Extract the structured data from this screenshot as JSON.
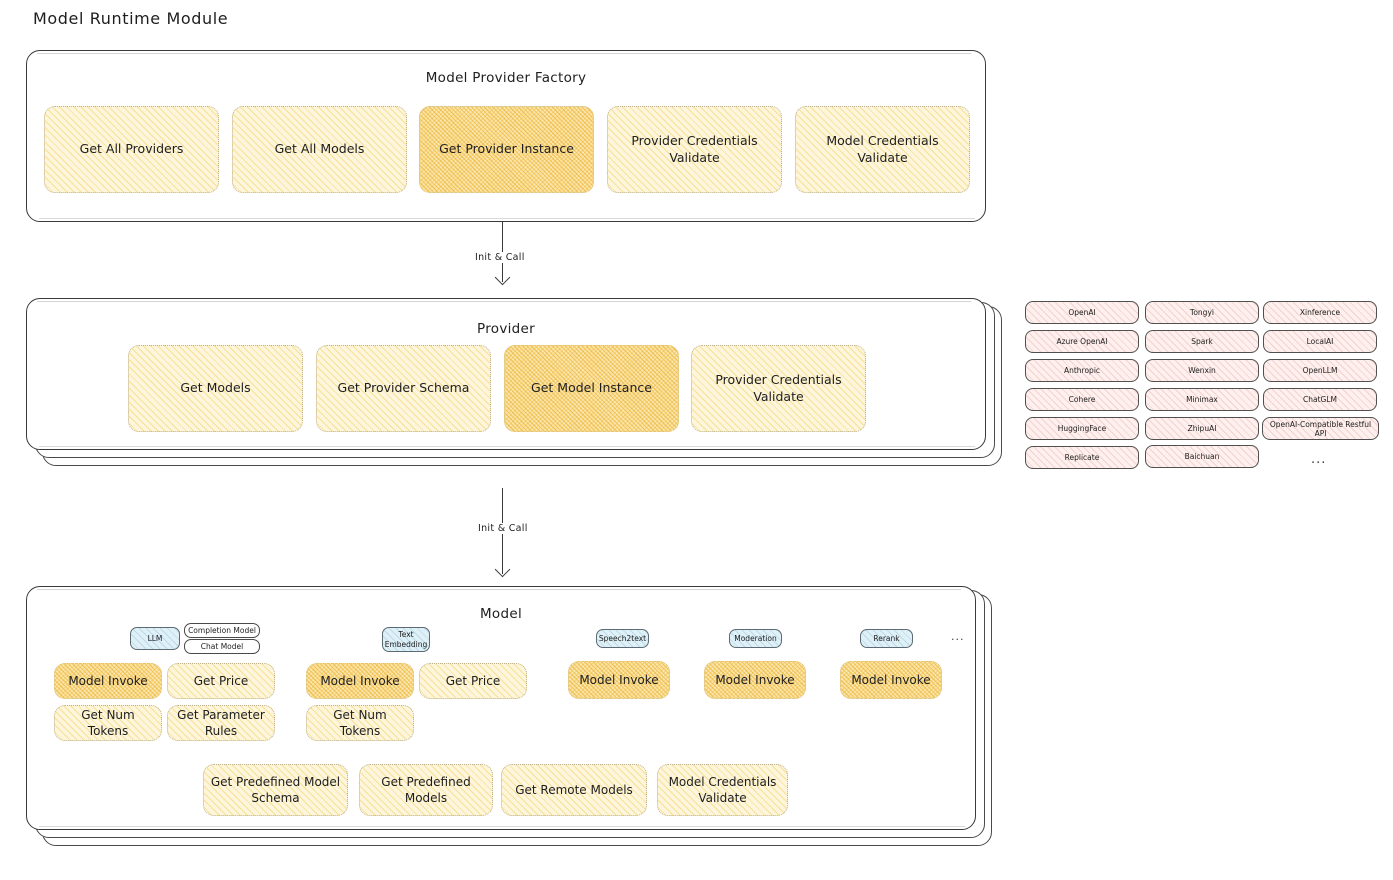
{
  "page": {
    "title": "Model Runtime Module"
  },
  "arrows": [
    {
      "label": "Init & Call"
    },
    {
      "label": "Init & Call"
    }
  ],
  "factory": {
    "title": "Model Provider Factory",
    "nodes": [
      {
        "label": "Get All Providers",
        "highlight": false
      },
      {
        "label": "Get All Models",
        "highlight": false
      },
      {
        "label": "Get Provider Instance",
        "highlight": true
      },
      {
        "label": "Provider Credentials Validate",
        "highlight": false
      },
      {
        "label": "Model Credentials Validate",
        "highlight": false
      }
    ]
  },
  "provider": {
    "title": "Provider",
    "nodes": [
      {
        "label": "Get Models",
        "highlight": false
      },
      {
        "label": "Get Provider Schema",
        "highlight": false
      },
      {
        "label": "Get Model Instance",
        "highlight": true
      },
      {
        "label": "Provider Credentials Validate",
        "highlight": false
      }
    ]
  },
  "provider_list": {
    "columns": [
      [
        "OpenAI",
        "Azure OpenAI",
        "Anthropic",
        "Cohere",
        "HuggingFace",
        "Replicate"
      ],
      [
        "Tongyi",
        "Spark",
        "Wenxin",
        "Minimax",
        "ZhipuAI",
        "Baichuan"
      ],
      [
        "Xinference",
        "LocalAI",
        "OpenLLM",
        "ChatGLM",
        "OpenAI-Compatible Restful API"
      ]
    ],
    "more": "..."
  },
  "model": {
    "title": "Model",
    "more": "...",
    "types": [
      {
        "tag": "LLM",
        "subtags": [
          "Completion Model",
          "Chat Model"
        ],
        "nodes": [
          {
            "label": "Model Invoke",
            "highlight": true
          },
          {
            "label": "Get Price",
            "highlight": false
          },
          {
            "label": "Get Num Tokens",
            "highlight": false
          },
          {
            "label": "Get Parameter Rules",
            "highlight": false
          }
        ]
      },
      {
        "tag": "Text Embedding",
        "subtags": [],
        "nodes": [
          {
            "label": "Model Invoke",
            "highlight": true
          },
          {
            "label": "Get Price",
            "highlight": false
          },
          {
            "label": "Get Num Tokens",
            "highlight": false
          }
        ]
      },
      {
        "tag": "Speech2text",
        "subtags": [],
        "nodes": [
          {
            "label": "Model Invoke",
            "highlight": true
          }
        ]
      },
      {
        "tag": "Moderation",
        "subtags": [],
        "nodes": [
          {
            "label": "Model Invoke",
            "highlight": true
          }
        ]
      },
      {
        "tag": "Rerank",
        "subtags": [],
        "nodes": [
          {
            "label": "Model Invoke",
            "highlight": true
          }
        ]
      }
    ],
    "common_nodes": [
      {
        "label": "Get Predefined Model Schema"
      },
      {
        "label": "Get Predefined Models"
      },
      {
        "label": "Get Remote Models"
      },
      {
        "label": "Model Credentials Validate"
      }
    ]
  }
}
